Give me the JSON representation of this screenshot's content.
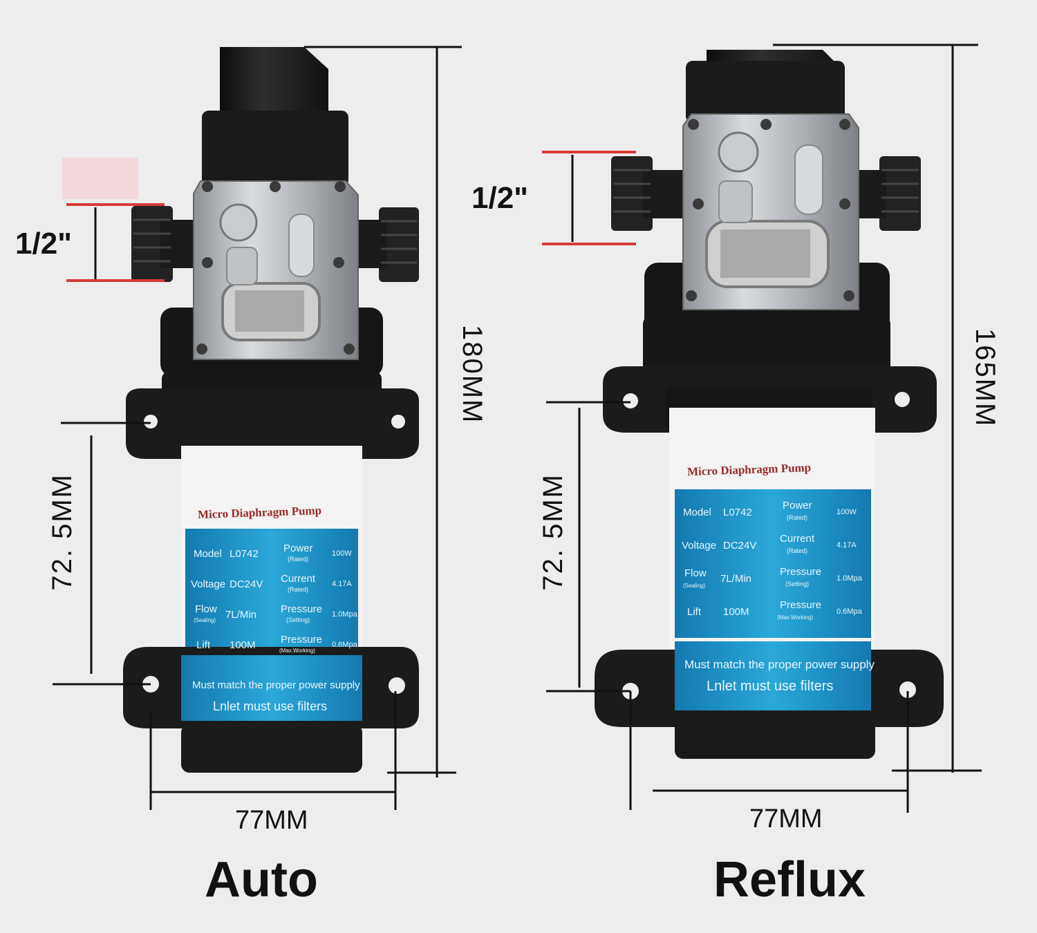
{
  "pumps": [
    {
      "caption": "Auto",
      "height_dim": "180MM",
      "mount_dim": "72. 5MM",
      "width_dim": "77MM",
      "port_dim": "1/2\"",
      "label": {
        "title": "Micro Diaphragm Pump",
        "rows": [
          {
            "k1": "Model",
            "v1": "L0742",
            "k2": "Power",
            "k2sub": "(Rated)",
            "v2": "100W"
          },
          {
            "k1": "Voltage",
            "v1": "DC24V",
            "k2": "Current",
            "k2sub": "(Rated)",
            "v2": "4.17A"
          },
          {
            "k1": "Flow",
            "k1sub": "(Sealing)",
            "v1": "7L/Min",
            "k2": "Pressure",
            "k2sub": "(Setting)",
            "v2": "1.0Mpa"
          },
          {
            "k1": "Lift",
            "v1": "100M",
            "k2": "Pressure",
            "k2sub": "(Max.Working)",
            "v2": "0.6Mpa"
          }
        ],
        "footer1": "Must match the proper power supply",
        "footer2": "Lnlet must use filters"
      }
    },
    {
      "caption": "Reflux",
      "height_dim": "165MM",
      "mount_dim": "72. 5MM",
      "width_dim": "77MM",
      "port_dim": "1/2\"",
      "label": {
        "title": "Micro Diaphragm Pump",
        "rows": [
          {
            "k1": "Model",
            "v1": "L0742",
            "k2": "Power",
            "k2sub": "(Rated)",
            "v2": "100W"
          },
          {
            "k1": "Voltage",
            "v1": "DC24V",
            "k2": "Current",
            "k2sub": "(Rated)",
            "v2": "4.17A"
          },
          {
            "k1": "Flow",
            "k1sub": "(Sealing)",
            "v1": "7L/Min",
            "k2": "Pressure",
            "k2sub": "(Setting)",
            "v2": "1.0Mpa"
          },
          {
            "k1": "Lift",
            "v1": "100M",
            "k2": "Pressure",
            "k2sub": "(Max.Working)",
            "v2": "0.6Mpa"
          }
        ],
        "footer1": "Must match the proper power supply",
        "footer2": "Lnlet must use filters"
      }
    }
  ],
  "colors": {
    "background": "#ededed",
    "pump_body": "#1c1c1c",
    "label_blue": "#1e9bd0",
    "label_white": "#f3f3f3",
    "dimension_line": "#111111",
    "port_marker": "#d63a3a"
  }
}
